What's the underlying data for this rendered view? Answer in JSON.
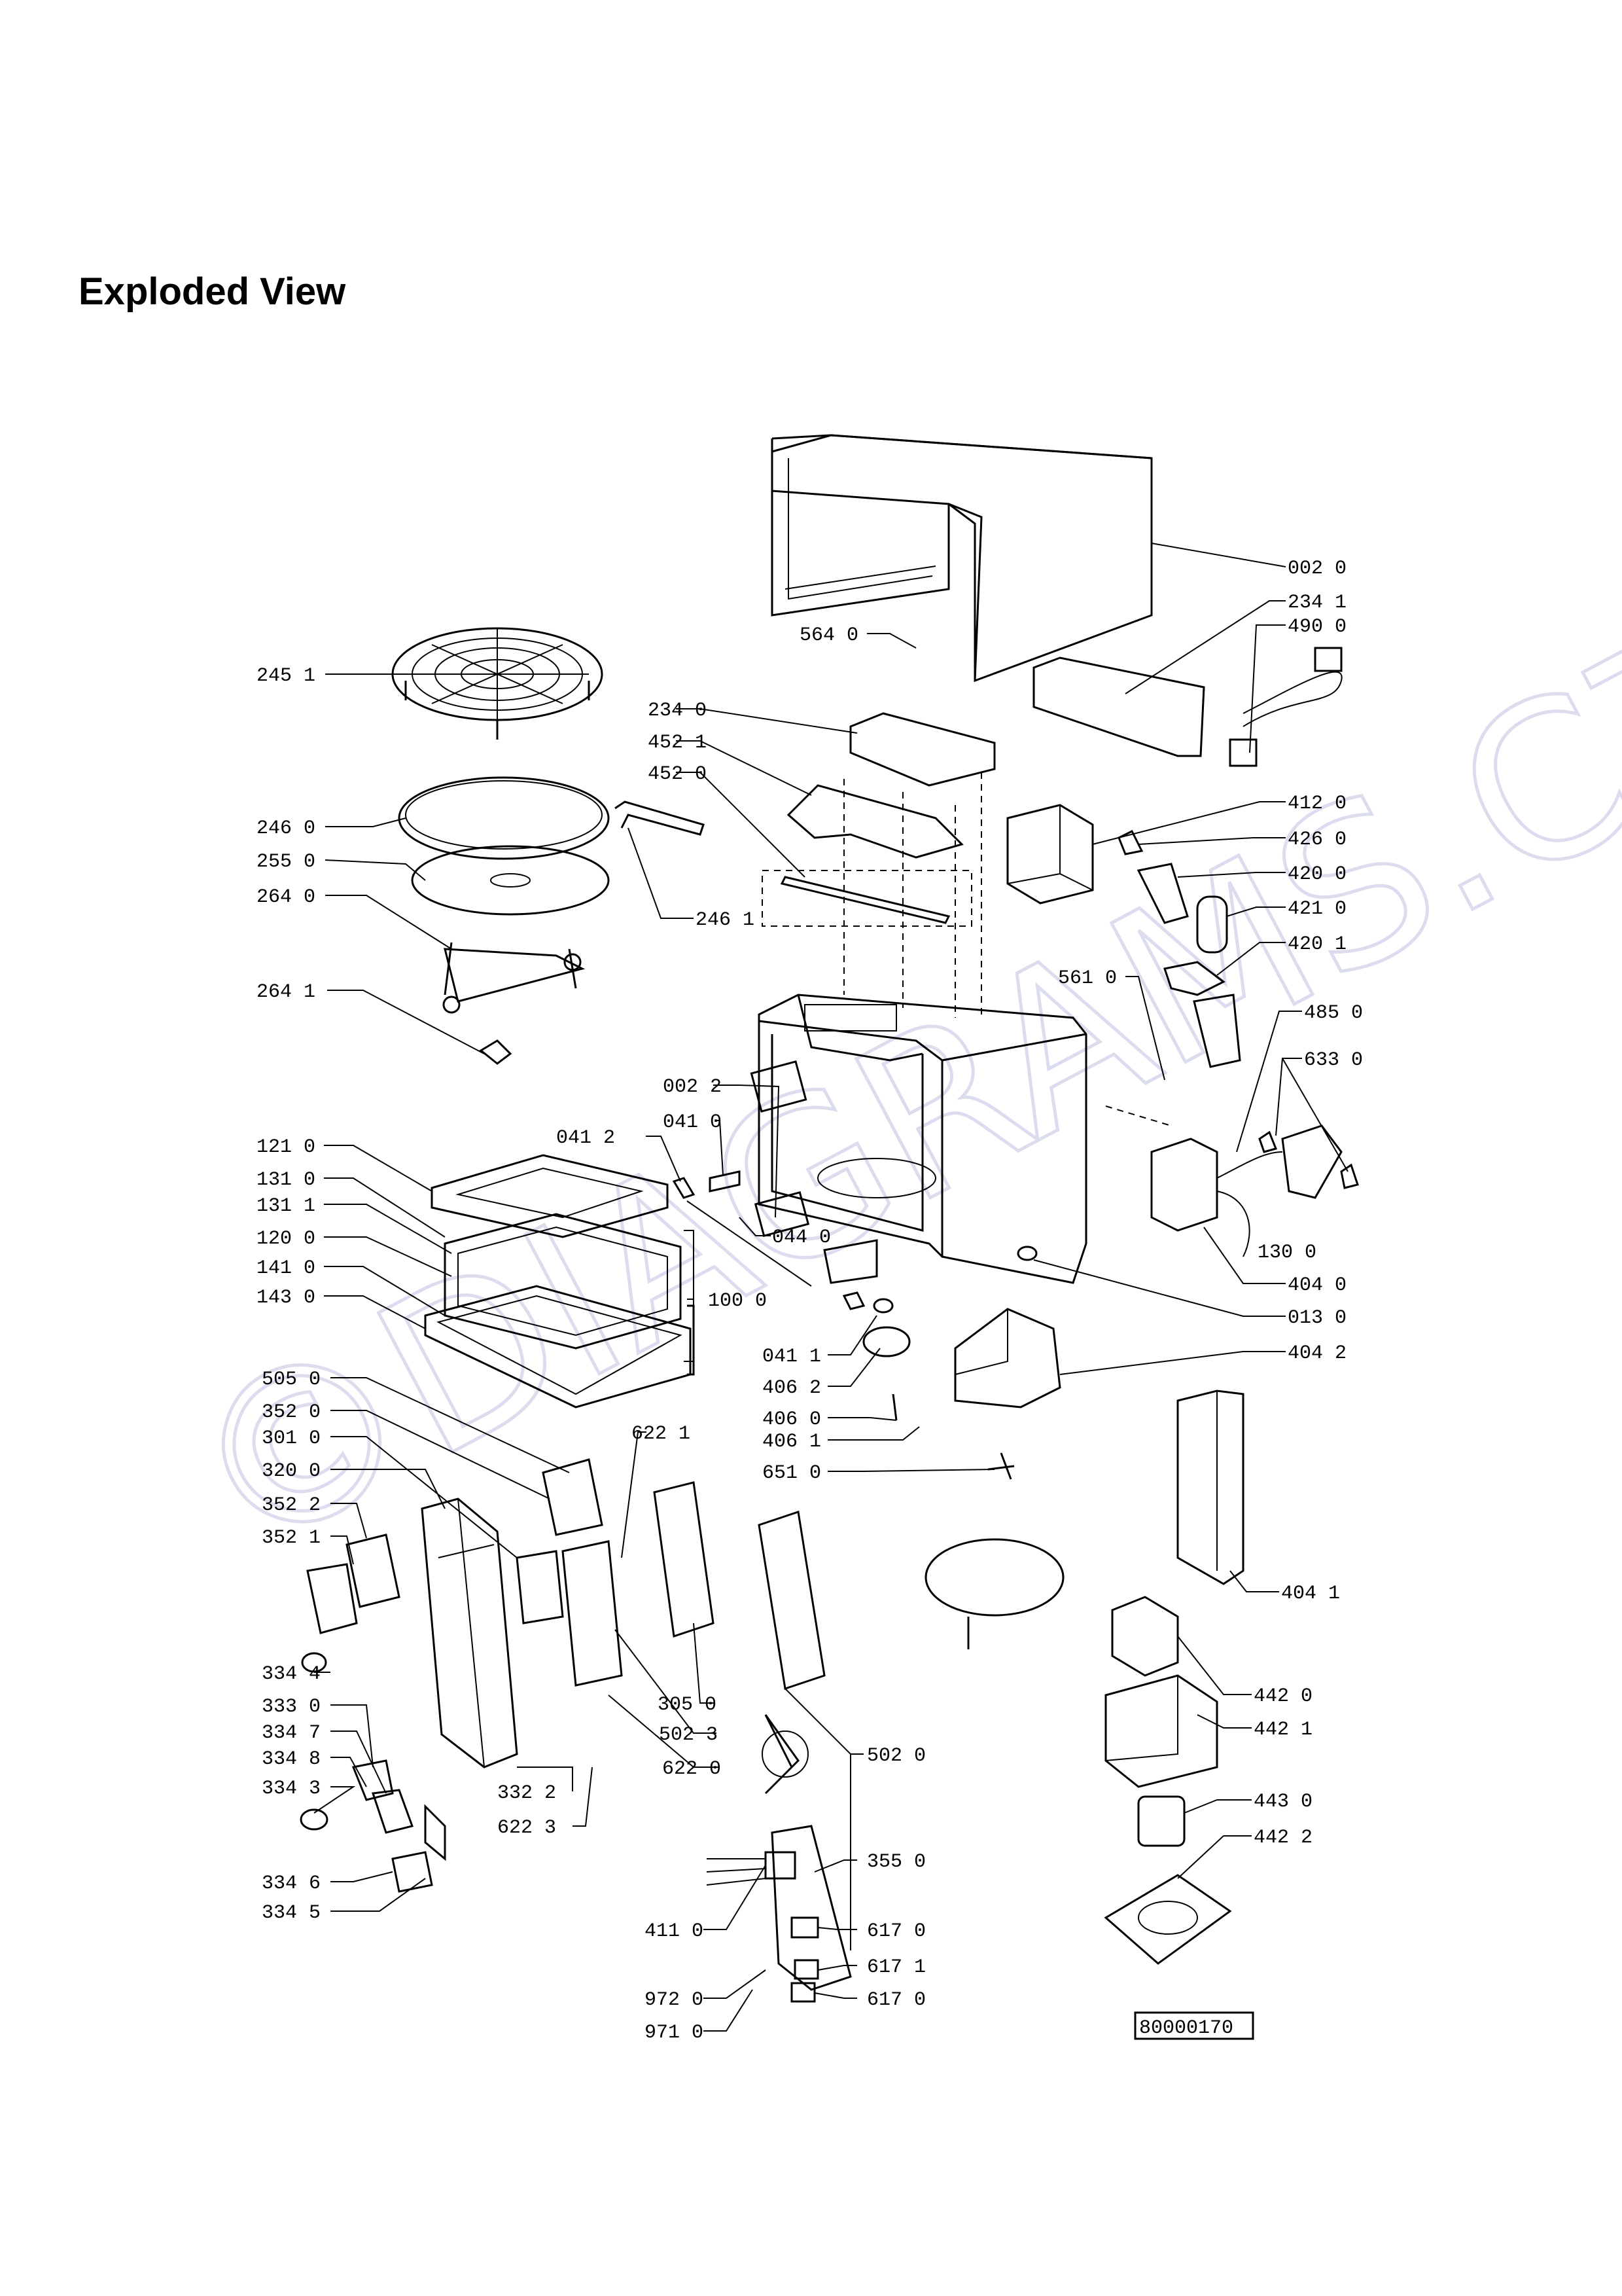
{
  "title": "Exploded View",
  "watermark": "©DIAGRAMS.CZ",
  "diagram_code": "80000170",
  "callouts": [
    {
      "id": "0020",
      "text": "002  0"
    },
    {
      "id": "2341",
      "text": "234  1"
    },
    {
      "id": "4900",
      "text": "490  0"
    },
    {
      "id": "5640",
      "text": "564  0"
    },
    {
      "id": "2451",
      "text": "245  1"
    },
    {
      "id": "2340",
      "text": "234  0"
    },
    {
      "id": "4521",
      "text": "452  1"
    },
    {
      "id": "4520",
      "text": "452  0"
    },
    {
      "id": "2460",
      "text": "246  0"
    },
    {
      "id": "2550",
      "text": "255  0"
    },
    {
      "id": "2640",
      "text": "264  0"
    },
    {
      "id": "2461",
      "text": "246  1"
    },
    {
      "id": "4120",
      "text": "412  0"
    },
    {
      "id": "4260",
      "text": "426  0"
    },
    {
      "id": "4200",
      "text": "420  0"
    },
    {
      "id": "4210",
      "text": "421  0"
    },
    {
      "id": "4201",
      "text": "420  1"
    },
    {
      "id": "5610",
      "text": "561  0"
    },
    {
      "id": "2641",
      "text": "264  1"
    },
    {
      "id": "4850",
      "text": "485  0"
    },
    {
      "id": "6330",
      "text": "633  0"
    },
    {
      "id": "0022",
      "text": "002  2"
    },
    {
      "id": "0410",
      "text": "041  0"
    },
    {
      "id": "1210",
      "text": "121  0"
    },
    {
      "id": "0412",
      "text": "041  2"
    },
    {
      "id": "1310",
      "text": "131  0"
    },
    {
      "id": "1311",
      "text": "131  1"
    },
    {
      "id": "0440",
      "text": "044  0"
    },
    {
      "id": "1200",
      "text": "120  0"
    },
    {
      "id": "1300",
      "text": "130  0"
    },
    {
      "id": "1410",
      "text": "141  0"
    },
    {
      "id": "4040",
      "text": "404  0"
    },
    {
      "id": "1430",
      "text": "143  0"
    },
    {
      "id": "1000",
      "text": "100  0"
    },
    {
      "id": "0130",
      "text": "013  0"
    },
    {
      "id": "0411",
      "text": "041  1"
    },
    {
      "id": "4042",
      "text": "404  2"
    },
    {
      "id": "5050",
      "text": "505  0"
    },
    {
      "id": "4062",
      "text": "406  2"
    },
    {
      "id": "3520",
      "text": "352  0"
    },
    {
      "id": "4060",
      "text": "406  0"
    },
    {
      "id": "6221",
      "text": "622  1"
    },
    {
      "id": "4061",
      "text": "406  1"
    },
    {
      "id": "3010",
      "text": "301  0"
    },
    {
      "id": "6510",
      "text": "651  0"
    },
    {
      "id": "3200",
      "text": "320  0"
    },
    {
      "id": "3522",
      "text": "352  2"
    },
    {
      "id": "3521",
      "text": "352  1"
    },
    {
      "id": "4041",
      "text": "404  1"
    },
    {
      "id": "4420",
      "text": "442  0"
    },
    {
      "id": "3344",
      "text": "334  4"
    },
    {
      "id": "3050",
      "text": "305  0"
    },
    {
      "id": "3330",
      "text": "333  0"
    },
    {
      "id": "4421",
      "text": "442  1"
    },
    {
      "id": "5023",
      "text": "502  3"
    },
    {
      "id": "3347",
      "text": "334  7"
    },
    {
      "id": "5020",
      "text": "502  0"
    },
    {
      "id": "3348",
      "text": "334  8"
    },
    {
      "id": "6220",
      "text": "622  0"
    },
    {
      "id": "3343",
      "text": "334  3"
    },
    {
      "id": "3322",
      "text": "332  2"
    },
    {
      "id": "4430",
      "text": "443  0"
    },
    {
      "id": "6223",
      "text": "622  3"
    },
    {
      "id": "4422",
      "text": "442  2"
    },
    {
      "id": "3550",
      "text": "355  0"
    },
    {
      "id": "3346",
      "text": "334  6"
    },
    {
      "id": "3345",
      "text": "334  5"
    },
    {
      "id": "4110",
      "text": "411  0"
    },
    {
      "id": "6170",
      "text": "617  0"
    },
    {
      "id": "6171",
      "text": "617  1"
    },
    {
      "id": "9720",
      "text": "972  0"
    },
    {
      "id": "6170b",
      "text": "617  0"
    },
    {
      "id": "9710",
      "text": "971  0"
    }
  ]
}
